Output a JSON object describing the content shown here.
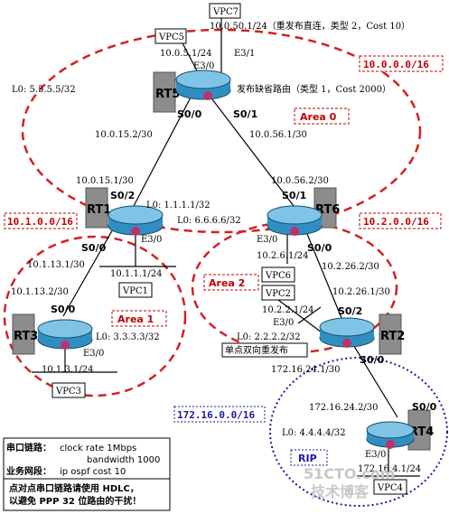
{
  "areas": {
    "area0": "Area 0",
    "area1": "Area 1",
    "area2": "Area 2",
    "rip": "RIP"
  },
  "nets": {
    "n10_0": "10.0.0.0/16",
    "n10_1": "10.1.0.0/16",
    "n10_2": "10.2.0.0/16",
    "n172": "172.16.0.0/16"
  },
  "routers": {
    "rt1": "RT1",
    "rt2": "RT2",
    "rt3": "RT3",
    "rt4": "RT4",
    "rt5": "RT5",
    "rt6": "RT6"
  },
  "vpcs": {
    "vpc1": "VPC1",
    "vpc2": "VPC2",
    "vpc3": "VPC3",
    "vpc4": "VPC4",
    "vpc5": "VPC5",
    "vpc6": "VPC6",
    "vpc7": "VPC7"
  },
  "labels": {
    "rt5_e30_ip": "10.0.5.1/24",
    "rt5_e30": "E3/0",
    "rt5_e31_ip": "10.0.50.1/24（重发布直连，类型 2，Cost 10）",
    "rt5_e31": "E3/1",
    "rt5_lo": "L0: 5.5.5.5/32",
    "rt5_default": "发布缺省路由（类型 1，Cost 2000）",
    "rt5_s00": "S0/0",
    "rt5_s01": "S0/1",
    "l_10_0_15_2": "10.0.15.2/30",
    "l_10_0_56_1": "10.0.56.1/30",
    "l_10_0_15_1": "10.0.15.1/30",
    "l_10_0_56_2": "10.0.56.2/30",
    "rt1_s02": "S0/2",
    "rt1_lo": "L0: 1.1.1.1/32",
    "rt6_s01": "S0/1",
    "rt6_lo": "L0: 6.6.6.6/32",
    "rt1_e30": "E3/0",
    "rt6_e30": "E3/0",
    "rt1_s00": "S0/0",
    "rt6_s00": "S0/0",
    "l_10_1_13_1": "10.1.13.1/30",
    "l_10_1_1_1": "10.1.1.1/24",
    "l_10_2_6_1": "10.2.6.1/24",
    "l_10_2_26_2": "10.2.26.2/30",
    "l_10_1_13_2": "10.1.13.2/30",
    "l_10_2_26_1": "10.2.26.1/30",
    "l_10_2_2_1": "10.2.2.1/24",
    "rt2_e30": "E3/0",
    "rt2_s02": "S0/2",
    "rt3_s00": "S0/0",
    "rt3_lo": "L0: 3.3.3.3/32",
    "rt3_e30": "E3/0",
    "l_10_1_3_1": "10.1.3.1/24",
    "rt2_lo": "L0: 2.2.2.2/32",
    "rt2_redist": "单点双向重发布",
    "rt2_s00": "S0/0",
    "l_172_16_24_1": "172.16.24.1/30",
    "l_172_16_24_2": "172.16.24.2/30",
    "rt4_s00": "S0/0",
    "rt4_lo": "L0: 4.4.4.4/32",
    "rt4_e30": "E3/0",
    "l_172_16_4_1": "172.16.4.1/24"
  },
  "notes": {
    "serial_title": "串口链路：",
    "serial_l1": "clock rate 1Mbps",
    "serial_l2": "bandwidth 1000",
    "biz_title": "业务网段：",
    "biz_l1": "ip ospf cost 10",
    "ptp_l1": "点对点串口链路请使用 HDLC，",
    "ptp_l2": "以避免 PPP 32 位路由的干扰！"
  },
  "watermark": {
    "line1": "51CTO.com",
    "line2": "技术博客"
  },
  "colors": {
    "ospf_area": "#d42020",
    "rip_area": "#1a1aa6",
    "router_body": "#2f8fc0",
    "router_top": "#7fc4e6",
    "router_badge": "#c0306a",
    "router_box": "#8c8c8c"
  }
}
